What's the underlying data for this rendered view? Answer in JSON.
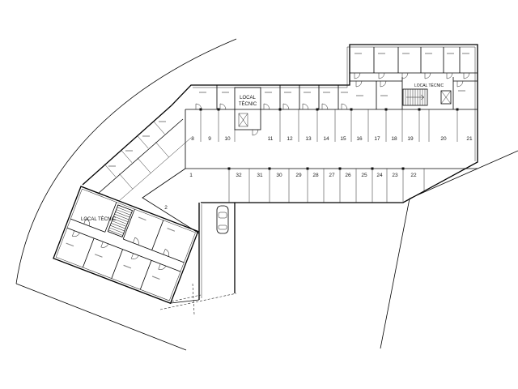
{
  "plan": {
    "labels": {
      "technical_room_center_line1": "LOCAL",
      "technical_room_center_line2": "TÈCNIC",
      "technical_room_right": "LOCAL TÈCNIC",
      "technical_room_left": "LOCAL TÈCNIC"
    },
    "parking_upper_row": [
      "8",
      "9",
      "10",
      "11",
      "12",
      "13",
      "14",
      "15",
      "16",
      "17",
      "18",
      "19",
      "20",
      "21"
    ],
    "parking_lower_row": [
      "32",
      "31",
      "30",
      "29",
      "28",
      "27",
      "26",
      "25",
      "24",
      "23",
      "22"
    ],
    "parking_wing": [
      "1",
      "2"
    ]
  },
  "colors": {
    "line": "#000000",
    "background": "#ffffff"
  }
}
